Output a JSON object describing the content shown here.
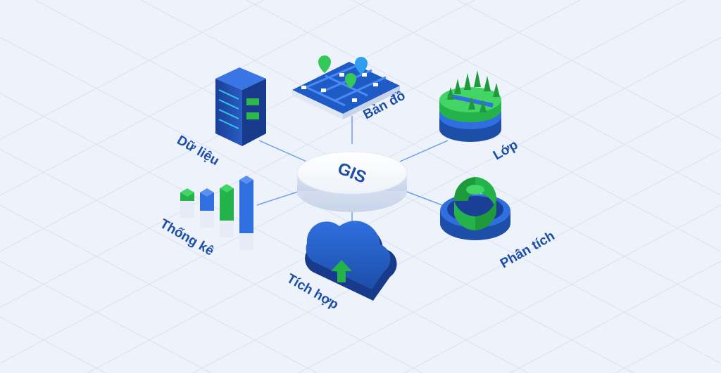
{
  "center": {
    "label": "GIS"
  },
  "nodes": [
    {
      "id": "du-lieu",
      "label": "Dữ liệu",
      "icon": "server-rack-icon"
    },
    {
      "id": "ban-do",
      "label": "Bản đồ",
      "icon": "map-icon"
    },
    {
      "id": "lop",
      "label": "Lớp",
      "icon": "layers-icon"
    },
    {
      "id": "phan-tich",
      "label": "Phân tích",
      "icon": "analysis-ring-icon"
    },
    {
      "id": "tich-hop",
      "label": "Tích hợp",
      "icon": "cloud-upload-icon"
    },
    {
      "id": "thong-ke",
      "label": "Thống kê",
      "icon": "bar-stats-icon"
    }
  ],
  "colors": {
    "background": "#eef3fb",
    "grid": "#d9e2f0",
    "primary_blue": "#1d4ea8",
    "accent_blue": "#2f6fe0",
    "green": "#24b24a",
    "connector": "#6e9cf0"
  }
}
